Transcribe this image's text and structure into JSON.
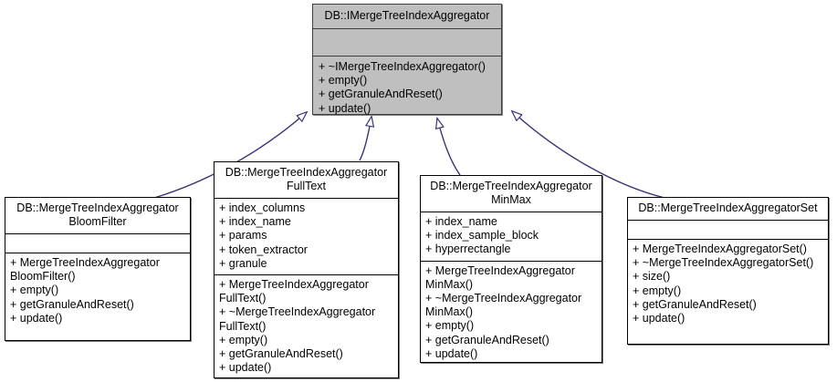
{
  "diagram": {
    "kind": "uml-class-inheritance-diagram",
    "colors": {
      "base_fill": "#bfbfbf",
      "derived_fill": "#ffffff",
      "border": "#000000",
      "edge": "#36357a",
      "background": "#ffffff"
    },
    "classes": [
      {
        "id": "base",
        "name": "DB::IMergeTreeIndexAggregator",
        "attributes": [],
        "operations": [
          "+ ~IMergeTreeIndexAggregator()",
          "+ empty()",
          "+ getGranuleAndReset()",
          "+ update()"
        ]
      },
      {
        "id": "bloomfilter",
        "name": "DB::MergeTreeIndexAggregator\nBloomFilter",
        "attributes": [],
        "operations": [
          "+ MergeTreeIndexAggregator\nBloomFilter()",
          "+ empty()",
          "+ getGranuleAndReset()",
          "+ update()"
        ]
      },
      {
        "id": "fulltext",
        "name": "DB::MergeTreeIndexAggregator\nFullText",
        "attributes": [
          "+ index_columns",
          "+ index_name",
          "+ params",
          "+ token_extractor",
          "+ granule"
        ],
        "operations": [
          "+ MergeTreeIndexAggregator\nFullText()",
          "+ ~MergeTreeIndexAggregator\nFullText()",
          "+ empty()",
          "+ getGranuleAndReset()",
          "+ update()"
        ]
      },
      {
        "id": "minmax",
        "name": "DB::MergeTreeIndexAggregator\nMinMax",
        "attributes": [
          "+ index_name",
          "+ index_sample_block",
          "+ hyperrectangle"
        ],
        "operations": [
          "+ MergeTreeIndexAggregator\nMinMax()",
          "+ ~MergeTreeIndexAggregator\nMinMax()",
          "+ empty()",
          "+ getGranuleAndReset()",
          "+ update()"
        ]
      },
      {
        "id": "aggregatorset",
        "name": "DB::MergeTreeIndexAggregatorSet",
        "attributes": [],
        "operations": [
          "+ MergeTreeIndexAggregatorSet()",
          "+ ~MergeTreeIndexAggregatorSet()",
          "+ size()",
          "+ empty()",
          "+ getGranuleAndReset()",
          "+ update()"
        ]
      }
    ],
    "edges": [
      {
        "from": "bloomfilter",
        "to": "base",
        "type": "inheritance"
      },
      {
        "from": "fulltext",
        "to": "base",
        "type": "inheritance"
      },
      {
        "from": "minmax",
        "to": "base",
        "type": "inheritance"
      },
      {
        "from": "aggregatorset",
        "to": "base",
        "type": "inheritance"
      }
    ]
  }
}
